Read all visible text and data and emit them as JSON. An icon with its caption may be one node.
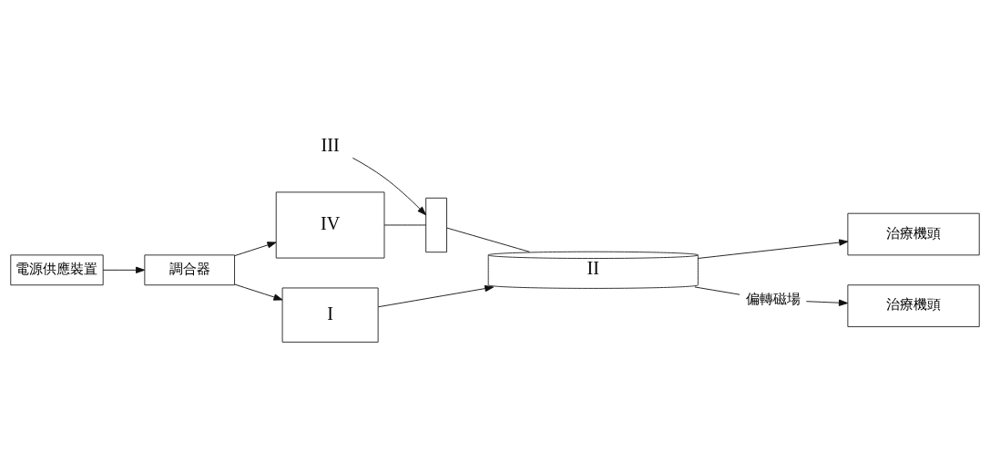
{
  "diagram": {
    "nodes": [
      {
        "text": [
          "I"
        ]
      },
      {
        "text": [
          "II"
        ]
      },
      {
        "text": [
          "治療機頭"
        ]
      },
      {
        "text": [],
        "shape": "box"
      },
      {
        "text": [
          "III"
        ]
      },
      {
        "text": [
          "偏轉磁場"
        ]
      },
      {
        "text": [
          "IV"
        ]
      },
      {
        "text": [
          "治療機頭"
        ]
      },
      {
        "text": [
          "調合器"
        ]
      },
      {
        "text": [
          "電源供應裝置"
        ]
      }
    ],
    "edges": [
      {
        "from": 9,
        "to": 8,
        "arrow": "to"
      },
      {
        "from": 8,
        "to": 0,
        "arrow": "to"
      },
      {
        "from": 8,
        "to": 6,
        "arrow": "to"
      },
      {
        "from": 0,
        "to": 1,
        "arrow": "to"
      },
      {
        "from": 6,
        "to": 3,
        "arrow": "none"
      },
      {
        "from": 3,
        "to": 1,
        "arrow": "none"
      },
      {
        "from": 4,
        "to": 3,
        "arrow": "to"
      },
      {
        "from": 1,
        "to": 2,
        "arrow": "to"
      },
      {
        "from": 1,
        "to": 5,
        "arrow": "none"
      },
      {
        "from": 5,
        "to": 7,
        "arrow": "to"
      }
    ]
  }
}
